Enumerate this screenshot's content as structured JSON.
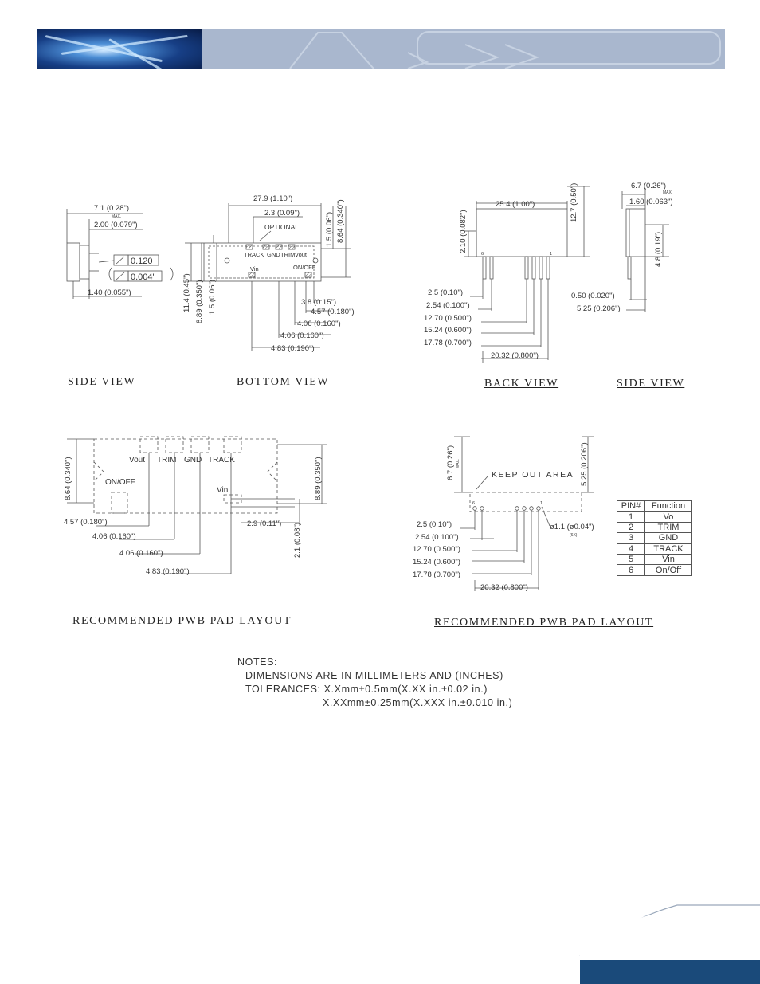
{
  "colors": {
    "banner_gray": "#a9b7ce",
    "banner_blue": "#173f86",
    "footer_blue": "#1a4a7a",
    "line": "#555555"
  },
  "side_view_left": {
    "title": "SIDE VIEW",
    "dim_width": "7.1 (0.28\")",
    "max_note": "MAX.",
    "dim_body": "2.00 (0.079\")",
    "dim_bottom": "1.40 (0.055\")",
    "flatness_1": "0.120",
    "flatness_2": "0.004\""
  },
  "bottom_view": {
    "title": "BOTTOM VIEW",
    "dim_length": "27.9 (1.10\")",
    "dim_offset": "2.3 (0.09\")",
    "optional": "OPTIONAL",
    "pin_track": "TRACK",
    "pin_gnd": "GND",
    "pin_trim": "TRIM",
    "pin_vout": "Vout",
    "pin_vin": "Vin",
    "pin_onoff": "ON/OFF",
    "dim_r_small": "1.5 (0.06\")",
    "dim_r_height": "8.64 (0.340\")",
    "dim_l_height": "11.4 (0.45\")",
    "dim_l_mid": "8.89 (0.350\")",
    "dim_l_small": "1.5 (0.06\")",
    "dim_b1": "3.8 (0.15\")",
    "dim_b2": "4.57 (0.180\")",
    "dim_b3": "4.06 (0.160\")",
    "dim_b4": "4.06 (0.160\")",
    "dim_b5": "4.83 (0.190\")"
  },
  "back_view": {
    "title": "BACK VIEW",
    "dim_length": "25.4 (1.00\")",
    "dim_height": "12.7 (0.50\")",
    "dim_pin_h": "2.10 (0.082\")",
    "pin_6": "6",
    "pin_1": "1",
    "dim_p1": "2.5 (0.10\")",
    "dim_p2": "2.54 (0.100\")",
    "dim_p3": "12.70 (0.500\")",
    "dim_p4": "15.24 (0.600\")",
    "dim_p5": "17.78 (0.700\")",
    "dim_p6": "20.32 (0.800\")"
  },
  "side_view_right": {
    "title": "SIDE VIEW",
    "dim_width": "6.7 (0.26\")",
    "max_note": "MAX.",
    "dim_thick": "1.60 (0.063\")",
    "dim_height": "4.8 (0.19\")",
    "dim_pin": "0.50 (0.020\")",
    "dim_bottom": "5.25 (0.206\")"
  },
  "pad_layout_left": {
    "title": "RECOMMENDED PWB PAD LAYOUT",
    "dim_l_height": "8.64 (0.340\")",
    "dim_r_height": "8.89 (0.350\")",
    "pad_vout": "Vout",
    "pad_trim": "TRIM",
    "pad_gnd": "GND",
    "pad_track": "TRACK",
    "pad_onoff": "ON/OFF",
    "pad_vin": "Vin",
    "dim_x1": "4.57 (0.180\")",
    "dim_x2": "4.06 (0.160\")",
    "dim_x3": "4.06 (0.160\")",
    "dim_x4": "4.83 (0.190\")",
    "dim_vin_x": "2.9 (0.11\")",
    "dim_vin_y": "2.1 (0.08\")"
  },
  "pad_layout_right": {
    "title": "RECOMMENDED PWB PAD LAYOUT",
    "dim_height": "6.7 (0.26\")",
    "max_note": "MAX.",
    "dim_keepout": "5.25 (0.206\")",
    "keep_out": "KEEP OUT AREA",
    "pin_6": "6",
    "pin_1": "1",
    "hole_dia": "ø1.1 (ø0.04\")",
    "hole_count": "(6X)",
    "dim_p1": "2.5 (0.10\")",
    "dim_p2": "2.54 (0.100\")",
    "dim_p3": "12.70 (0.500\")",
    "dim_p4": "15.24 (0.600\")",
    "dim_p5": "17.78 (0.700\")",
    "dim_p6": "20.32 (0.800\")"
  },
  "pin_table": {
    "header": [
      "PIN#",
      "Function"
    ],
    "rows": [
      [
        "1",
        "Vo"
      ],
      [
        "2",
        "TRIM"
      ],
      [
        "3",
        "GND"
      ],
      [
        "4",
        "TRACK"
      ],
      [
        "5",
        "Vin"
      ],
      [
        "6",
        "On/Off"
      ]
    ]
  },
  "notes": [
    "NOTES:",
    "DIMENSIONS ARE IN MILLIMETERS AND (INCHES)",
    "TOLERANCES: X.Xmm±0.5mm(X.XX in.±0.02 in.)",
    "X.XXmm±0.25mm(X.XXX in.±0.010 in.)"
  ]
}
